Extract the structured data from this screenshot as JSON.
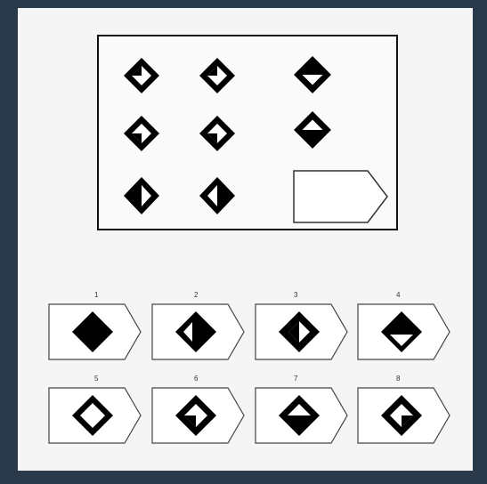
{
  "puzzle": {
    "matrix": [
      {
        "row": 0,
        "col": 0,
        "icon": "diamond-quarter-left-icon"
      },
      {
        "row": 0,
        "col": 1,
        "icon": "diamond-quarter-top-icon"
      },
      {
        "row": 0,
        "col": 2,
        "icon": "diamond-top-half-icon"
      },
      {
        "row": 1,
        "col": 0,
        "icon": "diamond-quarter-bottom-icon"
      },
      {
        "row": 1,
        "col": 1,
        "icon": "diamond-quarter-left-inner-icon"
      },
      {
        "row": 1,
        "col": 2,
        "icon": "diamond-bottom-half-icon"
      },
      {
        "row": 2,
        "col": 0,
        "icon": "diamond-left-half-icon"
      },
      {
        "row": 2,
        "col": 1,
        "icon": "diamond-right-half-icon"
      },
      {
        "row": 2,
        "col": 2,
        "icon": "empty-answer-slot-icon"
      }
    ],
    "answers": [
      {
        "label": "1",
        "icon": "diamond-solid-icon"
      },
      {
        "label": "2",
        "icon": "diamond-left-triangle-white-icon"
      },
      {
        "label": "3",
        "icon": "diamond-quarter-top-right-white-icon"
      },
      {
        "label": "4",
        "icon": "diamond-top-black-bottom-triangle-icon"
      },
      {
        "label": "5",
        "icon": "diamond-outline-icon"
      },
      {
        "label": "6",
        "icon": "diamond-quarter-bottom-left-icon"
      },
      {
        "label": "7",
        "icon": "diamond-bottom-half-icon"
      },
      {
        "label": "8",
        "icon": "diamond-quarter-bottom-right-icon"
      }
    ]
  }
}
